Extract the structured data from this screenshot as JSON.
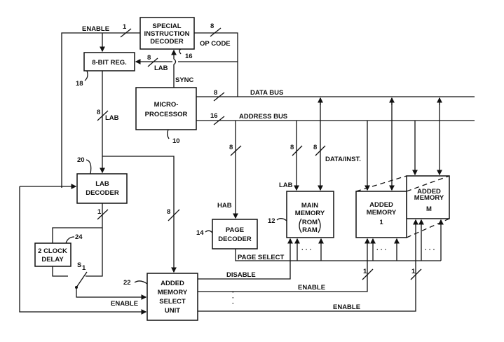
{
  "diagram": {
    "blocks": {
      "special_decoder": {
        "lines": [
          "SPECIAL",
          "INSTRUCTION",
          "DECODER"
        ],
        "ref": "16"
      },
      "bit_reg": {
        "label": "8-BIT REG.",
        "ref": "18"
      },
      "microprocessor": {
        "lines": [
          "MICRO-",
          "PROCESSOR"
        ],
        "ref": "10"
      },
      "lab_decoder": {
        "lines": [
          "LAB",
          "DECODER"
        ],
        "ref": "20"
      },
      "clock_delay": {
        "lines": [
          "2 CLOCK",
          "DELAY"
        ],
        "ref": "24"
      },
      "select_unit": {
        "lines": [
          "ADDED",
          "MEMORY",
          "SELECT",
          "UNIT"
        ],
        "ref": "22"
      },
      "page_decoder": {
        "lines": [
          "PAGE",
          "DECODER"
        ],
        "ref": "14"
      },
      "main_memory": {
        "lines": [
          "MAIN",
          "MEMORY",
          "ROM",
          "RAM"
        ],
        "ref": "12"
      },
      "added_memory_1": {
        "lines": [
          "ADDED",
          "MEMORY",
          "1"
        ]
      },
      "added_memory_m": {
        "lines": [
          "ADDED",
          "MEMORY",
          "M"
        ]
      }
    },
    "signals": {
      "enable_top": "ENABLE",
      "opcode": "OP CODE",
      "lab": "LAB",
      "sync": "SYNC",
      "data_bus": "DATA BUS",
      "address_bus": "ADDRESS BUS",
      "data_inst": "DATA/INST.",
      "hab": "HAB",
      "page_select": "PAGE  SELECT",
      "disable": "DISABLE",
      "enable": "ENABLE",
      "switch": "S",
      "switch_sub": "1",
      "ellipsis": "· · ·"
    },
    "bus_widths": {
      "w1": "1",
      "w8": "8",
      "w16": "16"
    }
  }
}
